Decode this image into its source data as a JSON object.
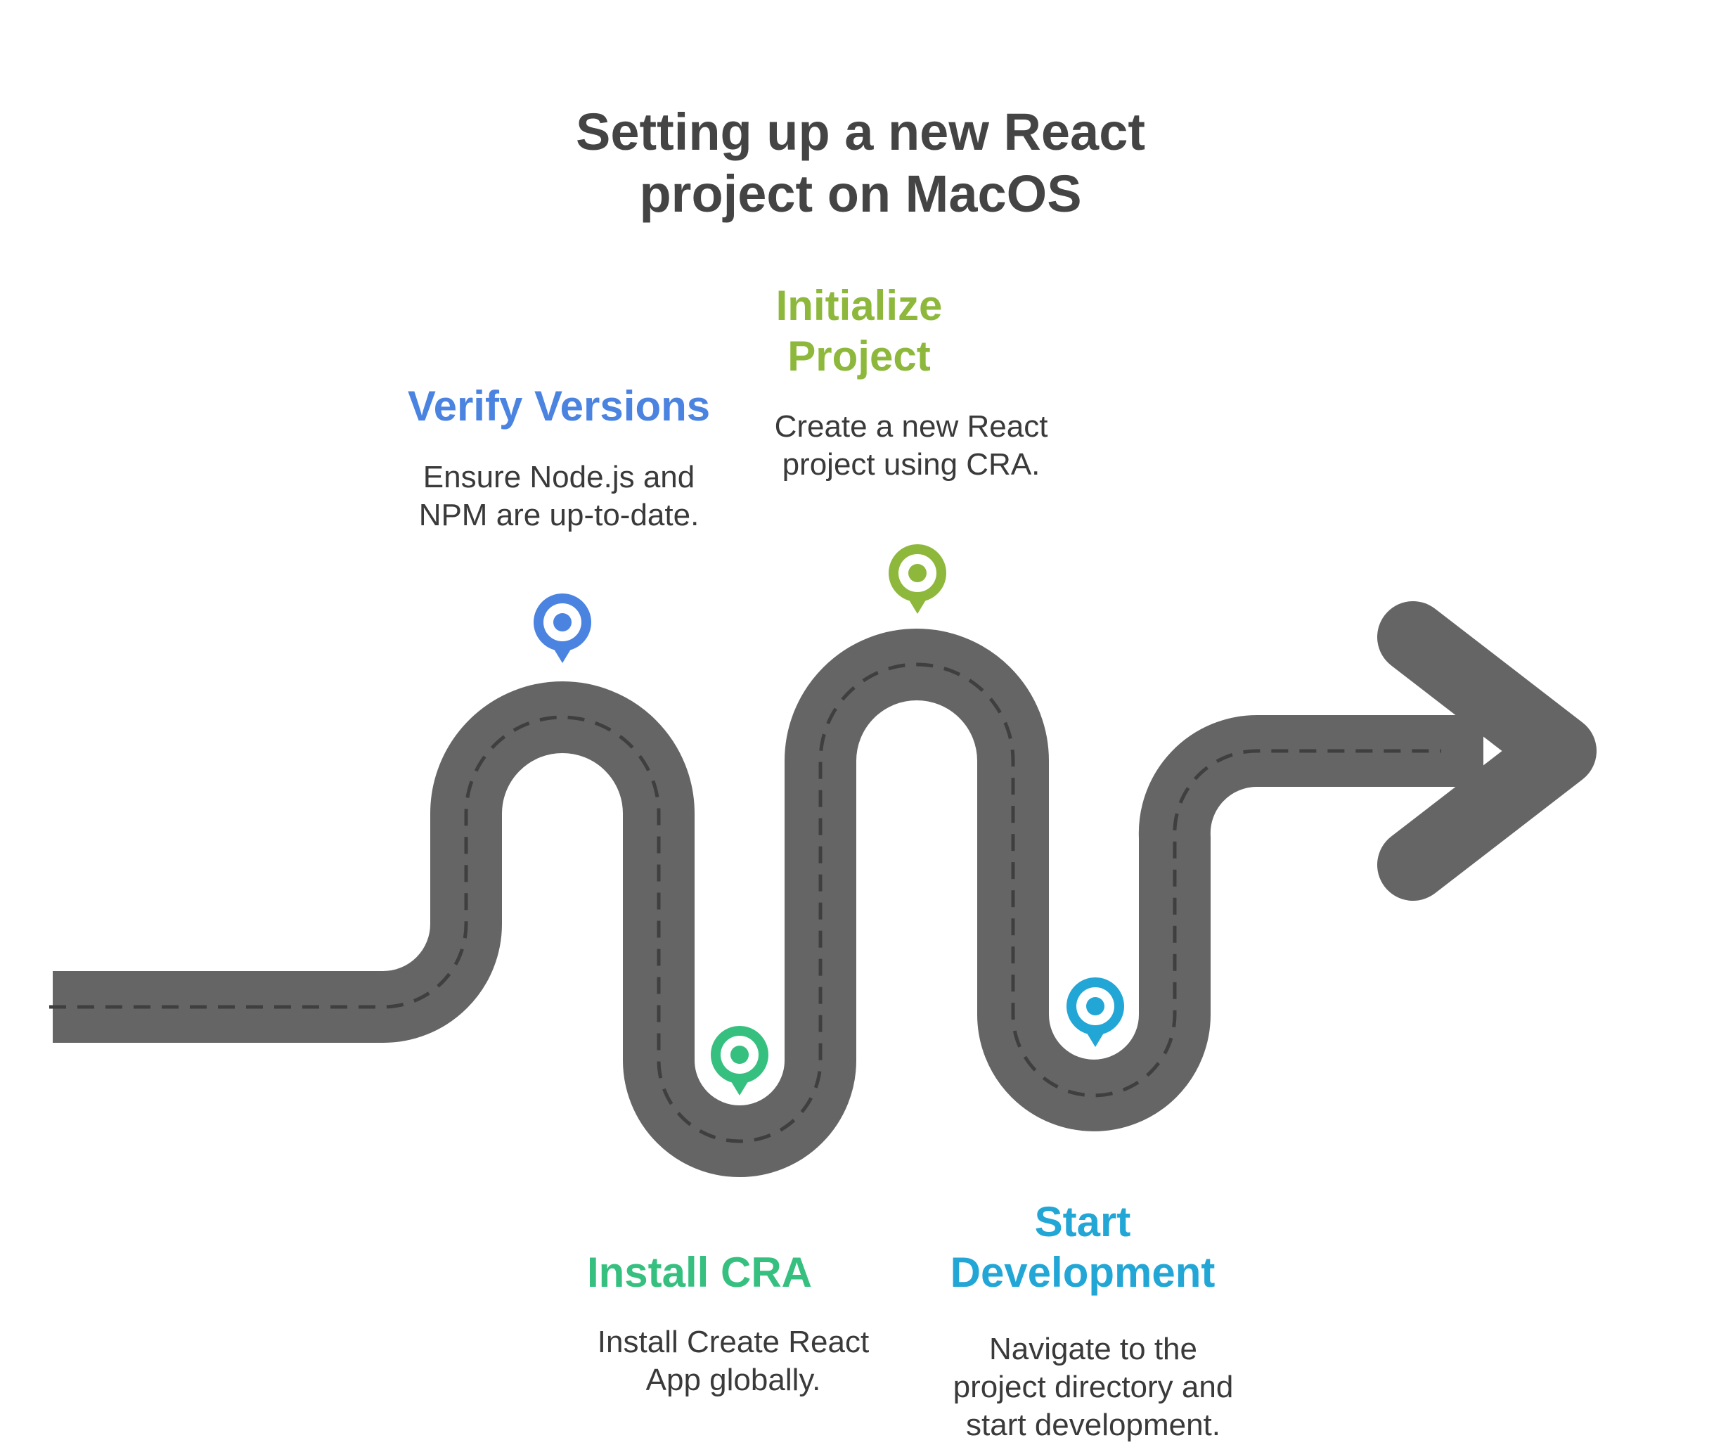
{
  "title": {
    "line1": "Setting up a new React",
    "line2": "project on MacOS"
  },
  "colors": {
    "road": "#656565",
    "road_dash": "#3f3f3f",
    "title": "#444444",
    "desc": "#3a3a3a"
  },
  "steps": [
    {
      "title_lines": [
        "Verify Versions"
      ],
      "desc_lines": [
        "Ensure Node.js and",
        "NPM are up-to-date."
      ],
      "color": "#4b83e0",
      "icon": "map-pin-icon"
    },
    {
      "title_lines": [
        "Install CRA"
      ],
      "desc_lines": [
        "Install Create React",
        "App globally."
      ],
      "color": "#36c07f",
      "icon": "map-pin-icon"
    },
    {
      "title_lines": [
        "Initialize",
        "Project"
      ],
      "desc_lines": [
        "Create a new React",
        "project using CRA."
      ],
      "color": "#8db83b",
      "icon": "map-pin-icon"
    },
    {
      "title_lines": [
        "Start",
        "Development"
      ],
      "desc_lines": [
        "Navigate to the",
        "project directory and",
        "start development."
      ],
      "color": "#22a6d6",
      "icon": "map-pin-icon"
    }
  ]
}
